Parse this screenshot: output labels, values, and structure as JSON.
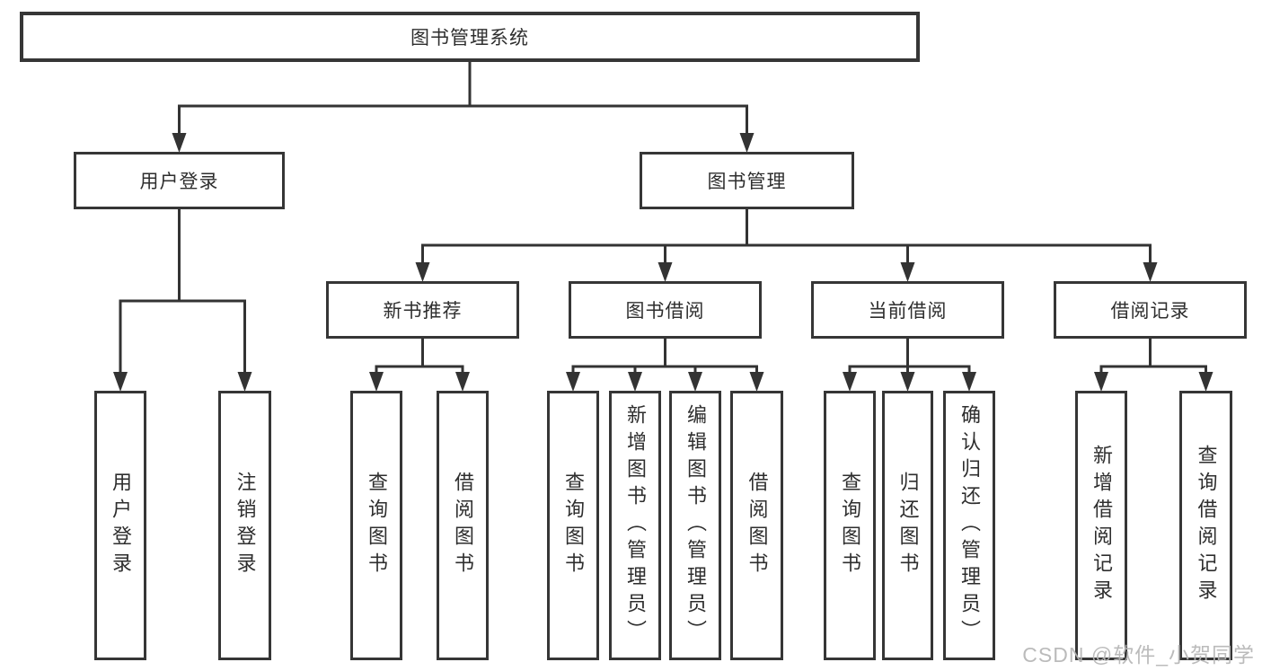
{
  "diagram": {
    "title": "图书管理系统",
    "watermark": "CSDN @软件_小贺同学",
    "colors": {
      "line": "#333333",
      "box_border": "#363636",
      "box_fill": "#ffffff",
      "text": "#2e2e2e",
      "watermark": "#b5b5b5"
    },
    "nodes": {
      "root": "图书管理系统",
      "userLogin": "用户登录",
      "bookMgmt": "图书管理",
      "newBookRec": "新书推荐",
      "bookBorrow": "图书借阅",
      "currentBorrow": "当前借阅",
      "borrowRecord": "借阅记录",
      "leafUserLogin": "用户登录",
      "leafLogout": "注销登录",
      "leafQueryBook1": "查询图书",
      "leafBorrowBook1": "借阅图书",
      "leafQueryBook2": "查询图书",
      "leafAddBookAdmin": "新增图书（管理员）",
      "leafEditBookAdmin": "编辑图书（管理员）",
      "leafBorrowBook2": "借阅图书",
      "leafQueryBook3": "查询图书",
      "leafReturnBook": "归还图书",
      "leafConfirmReturnAdmin": "确认归还（管理员）",
      "leafAddBorrowRecord": "新增借阅记录",
      "leafQueryBorrowRecord": "查询借阅记录"
    }
  }
}
